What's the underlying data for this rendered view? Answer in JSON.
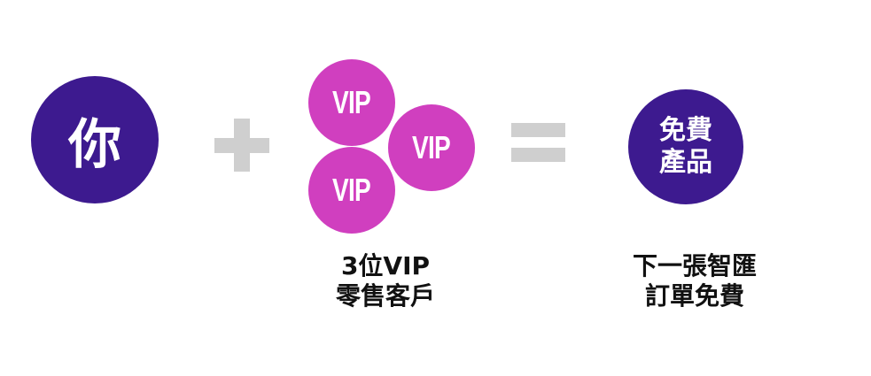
{
  "you_label": "你",
  "operators": {
    "plus": "+",
    "equals": "="
  },
  "vip_circles": [
    "VIP",
    "VIP",
    "VIP"
  ],
  "vip_caption": [
    "3位VIP",
    "零售客戶"
  ],
  "free_circle": [
    "免費",
    "產品"
  ],
  "free_caption": [
    "下一張智匯",
    "訂單免費"
  ],
  "colors": {
    "dark_purple": "#3d1a8f",
    "magenta": "#d03fbf",
    "operator_gray": "#cfcfcf"
  }
}
